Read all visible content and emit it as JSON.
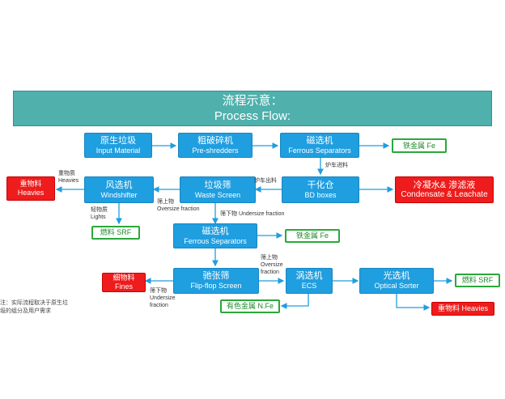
{
  "header": {
    "title_cn": "流程示意：",
    "title_en": "Process Flow:"
  },
  "nodes": {
    "input": {
      "cn": "原生垃圾",
      "en": "Input Material"
    },
    "preshred": {
      "cn": "粗破碎机",
      "en": "Pre-shredders"
    },
    "ferrous1": {
      "cn": "磁选机",
      "en": "Ferrous Separators"
    },
    "iron1": {
      "cn": "铁金属 Fe"
    },
    "bd": {
      "cn": "干化仓",
      "en": "BD boxes"
    },
    "condensate": {
      "cn": "冷凝水& 渗滤液",
      "en": "Condensate & Leachate"
    },
    "waste_screen": {
      "cn": "垃圾筛",
      "en": "Waste Screen"
    },
    "windshifter": {
      "cn": "风选机",
      "en": "Windshifter"
    },
    "heavies1": {
      "cn": "重物料",
      "en": "Heavies"
    },
    "srf1": {
      "cn": "燃料 SRF"
    },
    "ferrous2": {
      "cn": "磁选机",
      "en": "Ferrous Separators"
    },
    "iron2": {
      "cn": "铁金属 Fe"
    },
    "fines": {
      "cn": "细物料",
      "en": "Fines"
    },
    "flipflop": {
      "cn": "驰张筛",
      "en": "Flip-flop Screen"
    },
    "ecs": {
      "cn": "涡选机",
      "en": "ECS"
    },
    "optical": {
      "cn": "光选机",
      "en": "Optical Sorter"
    },
    "srf2": {
      "cn": "燃料 SRF"
    },
    "nfe": {
      "cn": "有色金属 N.Fe"
    },
    "heavies2": {
      "cn": "重物料 Heavies"
    }
  },
  "labels": {
    "furnace_out": "炉车出料",
    "furnace_in": "炉车进料",
    "heavy_cn": "重物质",
    "heavy_en": "Heavies",
    "light_cn": "轻物质",
    "light_en": "Lights",
    "over1_cn": "筛上物",
    "over1_en": "Oversize fraction",
    "under1": "筛下物 Undersize fraction",
    "over2_cn": "筛上物",
    "over2_en1": "Oversize",
    "over2_en2": "fraction",
    "under2_cn": "筛下物",
    "under2_en1": "Undersize",
    "under2_en2": "fraction",
    "note1": "注：实际流程取决于原生垃",
    "note2": "圾的组分及用户需求"
  },
  "colors": {
    "banner": "#4fb0ac",
    "process": "#1f9ee0",
    "output_green": "#2aa83a",
    "output_red": "#ee1c1c"
  }
}
